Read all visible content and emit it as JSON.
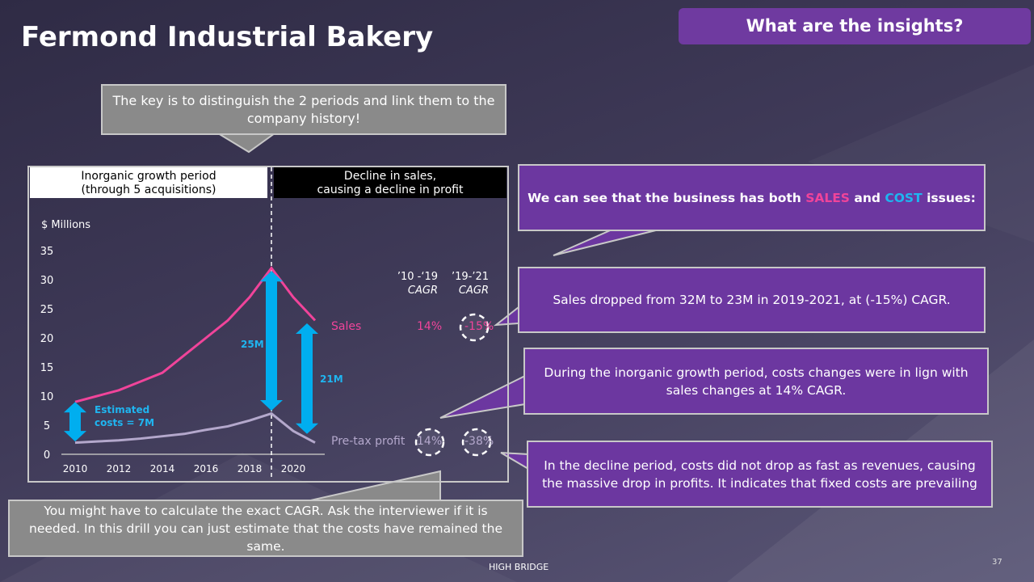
{
  "title": "Fermond Industrial Bakery",
  "insights_header": "What are the insights?",
  "key_callout": "The key is to distinguish the 2 periods and link them to the company history!",
  "period_1": {
    "line1": "Inorganic growth period",
    "line2": "(through 5 acquisitions)"
  },
  "period_2": {
    "line1": "Decline in sales,",
    "line2": "causing a decline in profit"
  },
  "insight_main": {
    "prefix": "We can see that the business has both ",
    "sales": "SALES",
    "mid": " and ",
    "cost": "COST",
    "suffix": " issues:"
  },
  "insight_sales": "Sales dropped from 32M to 23M in 2019-2021, at (-15%) CAGR.",
  "insight_growth": "During the inorganic growth period, costs changes were in lign with sales changes at 14% CAGR.",
  "insight_decline": "In the decline period, costs did not drop as fast as revenues, causing the massive drop in profits. It indicates that fixed costs are prevailing",
  "bottom_note": "You might have to calculate the exact CAGR. Ask the interviewer if it is needed.  In this drill you can just estimate that the costs have remained the same.",
  "cagr_headers": [
    {
      "line1": "’10 -‘19",
      "line2": "CAGR"
    },
    {
      "line1": "’19-’21",
      "line2": "CAGR"
    }
  ],
  "annotations": {
    "costs_line1": "Estimated",
    "costs_line2": "costs = 7M",
    "gap_2019": "25M",
    "gap_2021": "21M"
  },
  "footer": "HIGH BRIDGE",
  "page_number": "37",
  "colors": {
    "sales": "#f0449a",
    "profit": "#b4a8cc",
    "arrows": "#00aeef",
    "purple": "#6c37a0"
  },
  "chart_data": {
    "type": "line",
    "ylabel": "$ Millions",
    "ylim": [
      0,
      35
    ],
    "yticks": [
      "0",
      "5",
      "10",
      "15",
      "20",
      "25",
      "30",
      "35"
    ],
    "xticks": [
      "2010",
      "2012",
      "2014",
      "2016",
      "2018",
      "2020"
    ],
    "x": [
      2010,
      2011,
      2012,
      2013,
      2014,
      2015,
      2016,
      2017,
      2018,
      2019,
      2020,
      2021
    ],
    "series": [
      {
        "name": "Sales",
        "values": [
          9,
          10,
          11,
          12.5,
          14,
          17,
          20,
          23,
          27,
          32,
          27,
          23
        ],
        "cagr_10_19": "14%",
        "cagr_19_21": "-15%"
      },
      {
        "name": "Pre-tax profit",
        "values": [
          2,
          2.2,
          2.4,
          2.7,
          3.1,
          3.5,
          4.2,
          4.8,
          5.8,
          7,
          4,
          2
        ],
        "cagr_10_19": "14%",
        "cagr_19_21": "-38%"
      }
    ],
    "divider_year": 2019
  }
}
